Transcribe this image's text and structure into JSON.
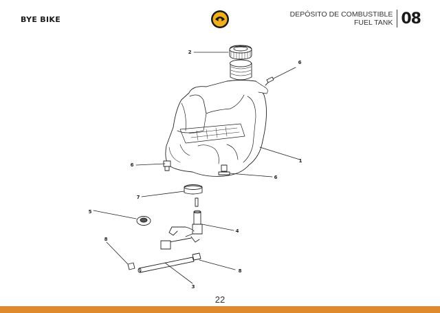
{
  "header": {
    "brand": "BYE BIKE",
    "title_es": "DEPÓSITO DE COMBUSTIBLE",
    "title_en": "FUEL TANK",
    "section_number": "08",
    "logo": "bye-bike-sun-emblem"
  },
  "callouts": [
    {
      "label": "2",
      "part": "filler-cap"
    },
    {
      "label": "6",
      "part": "bolt"
    },
    {
      "label": "1",
      "part": "fuel-tank"
    },
    {
      "label": "6",
      "part": "bolt"
    },
    {
      "label": "6",
      "part": "bolt"
    },
    {
      "label": "7",
      "part": "clamp"
    },
    {
      "label": "5",
      "part": "grommet"
    },
    {
      "label": "4",
      "part": "fuel-tap"
    },
    {
      "label": "8",
      "part": "hose-clip"
    },
    {
      "label": "8",
      "part": "hose-clip"
    },
    {
      "label": "3",
      "part": "fuel-hose"
    }
  ],
  "footer": {
    "page_number": "22",
    "accent_color": "#e08a2e"
  }
}
